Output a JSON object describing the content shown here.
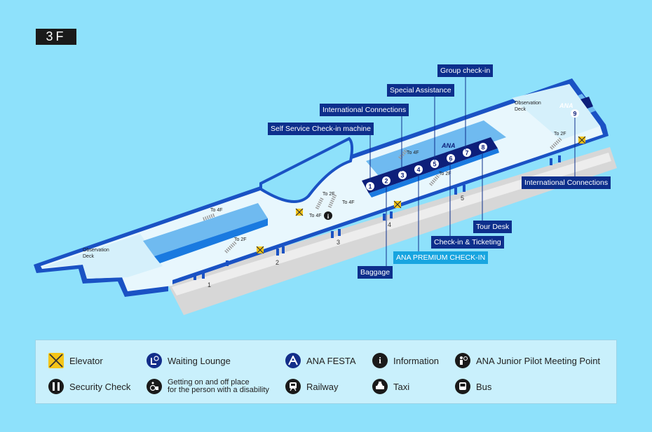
{
  "floor": "3F",
  "callouts": {
    "group_checkin": "Group check-in",
    "special_assistance": "Special Assistance",
    "international_connections_1": "International Connections",
    "self_service": "Self Service Check-in machine",
    "international_connections_2": "International Connections",
    "tour_desk": "Tour Desk",
    "checkin_ticketing": "Check-in & Ticketing",
    "ana_premium": "ANA PREMIUM CHECK-IN",
    "baggage": "Baggage"
  },
  "map_labels": {
    "obs_deck_left": [
      "Observation",
      "Deck"
    ],
    "obs_deck_right": [
      "Observation",
      "Deck"
    ],
    "to_4f_a": "To 4F",
    "to_2f_a": "To 2F",
    "to_2f_b": "To 2F",
    "to_4f_b": "To 4F",
    "to_4f_c": "To 4F",
    "to_4f_d": "To 4F",
    "to_2f_c": "To 2F",
    "to_2f_d": "To 2F",
    "ana_logo": "ANA",
    "gates": [
      "1",
      "2",
      "3",
      "4",
      "5"
    ],
    "counters": [
      "1",
      "2",
      "3",
      "4",
      "5",
      "6",
      "7",
      "8",
      "9"
    ]
  },
  "legend": {
    "elevator": "Elevator",
    "waiting_lounge": "Waiting Lounge",
    "ana_festa": "ANA FESTA",
    "information": "Information",
    "junior_pilot": "ANA Junior Pilot Meeting Point",
    "security_check": "Security Check",
    "disability_line1": "Getting on and off place",
    "disability_line2": "for the person with a disability",
    "railway": "Railway",
    "taxi": "Taxi",
    "bus": "Bus"
  },
  "colors": {
    "background": "#8ee1fb",
    "building_blue": "#1a52c4",
    "floor": "#e6f6fd",
    "counter_band": "#0d1f7a",
    "callout_bg": "#0d2f8c",
    "premium_bg": "#18a5e0",
    "elevator_yellow": "#f5c518"
  }
}
